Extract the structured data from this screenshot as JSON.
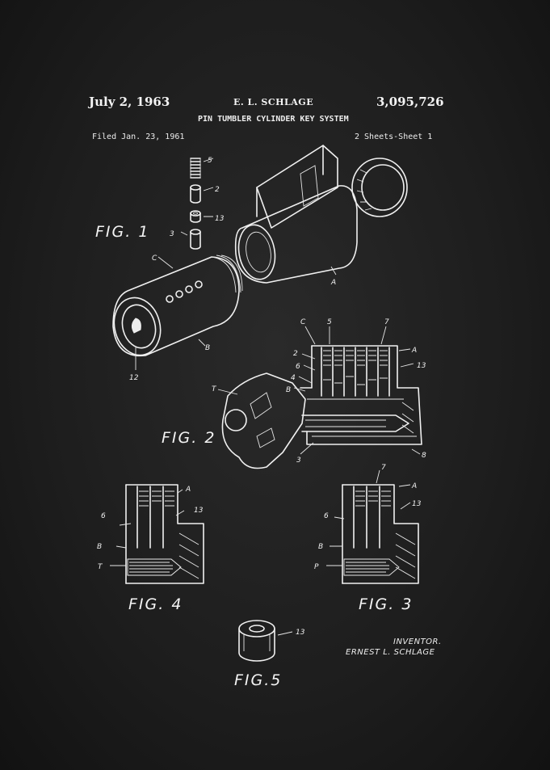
{
  "header": {
    "date": "July 2, 1963",
    "inventor_short": "E. L. SCHLAGE",
    "patent_number": "3,095,726",
    "title": "PIN TUMBLER CYLINDER KEY SYSTEM",
    "filed": "Filed Jan. 23, 1961",
    "sheets": "2 Sheets-Sheet 1"
  },
  "figures": {
    "fig1": "FIG. 1",
    "fig2": "FIG. 2",
    "fig3": "FIG. 3",
    "fig4": "FIG. 4",
    "fig5": "FIG.5"
  },
  "refs": {
    "fig1": [
      "5",
      "2",
      "13",
      "3",
      "C",
      "A",
      "B",
      "12"
    ],
    "fig2": [
      "C",
      "5",
      "7",
      "2",
      "6",
      "4",
      "B",
      "T",
      "A",
      "13",
      "3",
      "8"
    ],
    "fig4": [
      "A",
      "6",
      "13",
      "B",
      "T"
    ],
    "fig3": [
      "7",
      "A",
      "6",
      "13",
      "B",
      "P"
    ],
    "fig5": [
      "13"
    ]
  },
  "signature": {
    "label": "INVENTOR.",
    "name": "ERNEST L. SCHLAGE"
  },
  "colors": {
    "background": "#1d1d1d",
    "ink": "#f0f0f0"
  }
}
